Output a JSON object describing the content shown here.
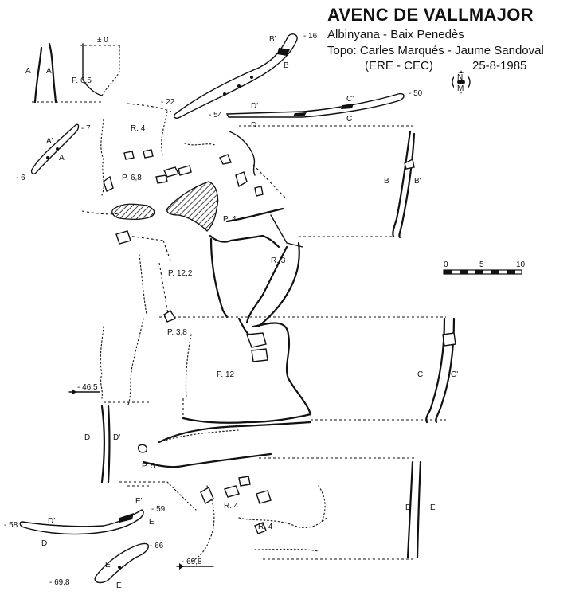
{
  "header": {
    "title": "AVENC DE VALLMAJOR",
    "location": "Albinyana - Baix Penedès",
    "topo_line": "Topo: Carles Marqués - Jaume Sandoval",
    "club": "(ERE - CEC)",
    "date": "25-8-1985"
  },
  "north_arrow": {
    "north": "N",
    "magnetic": "M"
  },
  "scale_bar": {
    "ticks": [
      "0",
      "5",
      "10"
    ]
  },
  "depths": {
    "zero": "± 0",
    "d16": "- 16",
    "d22": "- 22",
    "d50": "- 50",
    "d54": "- 54",
    "d7": "- 7",
    "d6": "- 6",
    "d46": "- 46,5",
    "d59": "- 59",
    "d58": "- 58",
    "d66": "- 66",
    "d698a": "- 69,8",
    "d698b": "- 69,8"
  },
  "chamber_labels": {
    "p65": "P. 6,5",
    "r4a": "R. 4",
    "p68": "P. 6,8",
    "p4": "P. 4",
    "r3": "R. 3",
    "p122": "P. 12,2",
    "p38": "P. 3,8",
    "p12": "P. 12",
    "p5": "P. 5",
    "r4b": "R. 4",
    "r4c": "R. 4"
  },
  "section_labels": {
    "a": "A",
    "a_prime": "A'",
    "a2": "A",
    "a2_prime": "A'",
    "b": "B",
    "b_prime": "B'",
    "b2": "B",
    "b2_prime": "B'",
    "c": "C",
    "c_prime": "C'",
    "c2": "C",
    "c2_prime": "C'",
    "d": "D",
    "d_prime": "D'",
    "d2": "D",
    "d2_prime": "D'",
    "d3": "D",
    "d3_prime": "D'",
    "e": "E",
    "e_prime": "E'",
    "e2": "E",
    "e2_prime": "E'",
    "e3": "E",
    "e3_prime": "E'"
  }
}
